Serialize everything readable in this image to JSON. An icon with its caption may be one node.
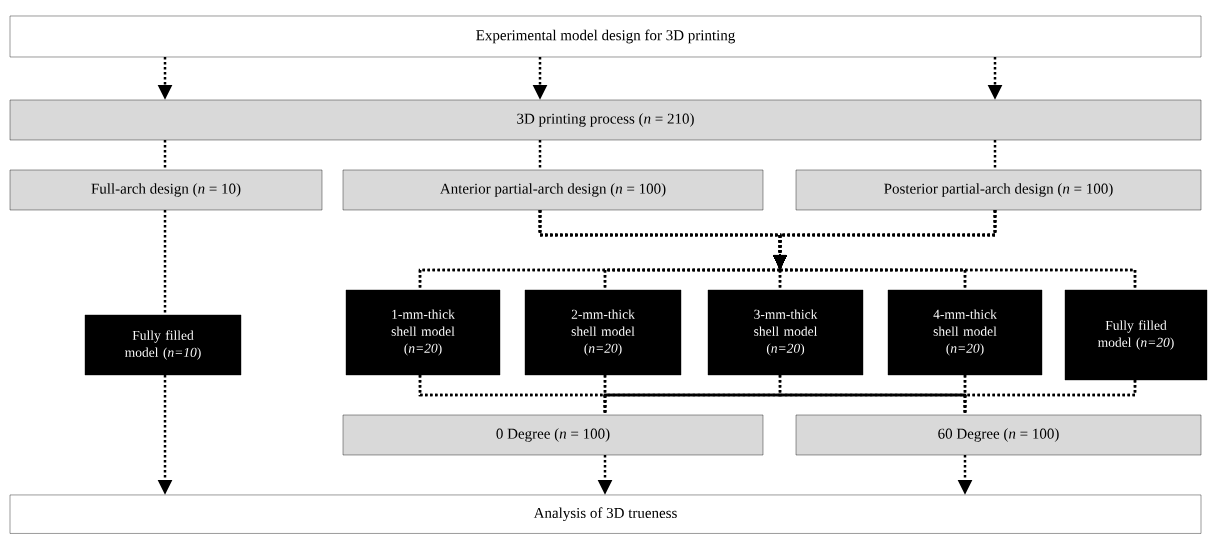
{
  "diagram": {
    "nodes": [
      {
        "text": [
          "Experimental model design for 3D printing"
        ]
      },
      {
        "text": [
          "3D printing process (*n* = 210)"
        ]
      },
      {
        "text": [
          "Full-arch design (*n* = 10)"
        ]
      },
      {
        "text": [
          "Anterior partial-arch design (*n* = 100)"
        ]
      },
      {
        "text": [
          "Posterior partial-arch design (*n* = 100)"
        ]
      },
      {
        "text": [
          "Fully filled model (*n=10*)"
        ]
      },
      {
        "text": [
          "1-mm-thick shell model (*n=20*)"
        ]
      },
      {
        "text": [
          "2-mm-thick shell model (*n=20*)"
        ]
      },
      {
        "text": [
          "3-mm-thick shell model (*n=20*)"
        ]
      },
      {
        "text": [
          "4-mm-thick shell model (*n=20*)"
        ]
      },
      {
        "text": [
          "Fully filled model (*n=20*)"
        ]
      },
      {
        "text": [
          "0 Degree (*n* = 100)"
        ]
      },
      {
        "text": [
          "60 Degree (*n* = 100)"
        ]
      },
      {
        "text": [
          "Analysis of 3D trueness"
        ]
      }
    ],
    "edges": [
      {
        "from": 0,
        "to": 1,
        "arrow": "to"
      },
      {
        "from": 0,
        "to": 1,
        "arrow": "to"
      },
      {
        "from": 0,
        "to": 1,
        "arrow": "to"
      },
      {
        "from": 1,
        "to": 2,
        "arrow": "none"
      },
      {
        "from": 1,
        "to": 3,
        "arrow": "none"
      },
      {
        "from": 1,
        "to": 4,
        "arrow": "none"
      },
      {
        "from": 2,
        "to": 5,
        "arrow": "none"
      },
      {
        "from": 3,
        "to": 6,
        "arrow": "to"
      },
      {
        "from": 3,
        "to": 7,
        "arrow": "to"
      },
      {
        "from": 3,
        "to": 8,
        "arrow": "to"
      },
      {
        "from": 3,
        "to": 9,
        "arrow": "to"
      },
      {
        "from": 3,
        "to": 10,
        "arrow": "to"
      },
      {
        "from": 4,
        "to": 6,
        "arrow": "to"
      },
      {
        "from": 4,
        "to": 7,
        "arrow": "to"
      },
      {
        "from": 4,
        "to": 8,
        "arrow": "to"
      },
      {
        "from": 4,
        "to": 9,
        "arrow": "to"
      },
      {
        "from": 4,
        "to": 10,
        "arrow": "to"
      },
      {
        "from": 6,
        "to": 11,
        "arrow": "none"
      },
      {
        "from": 7,
        "to": 11,
        "arrow": "none"
      },
      {
        "from": 8,
        "to": 11,
        "arrow": "none"
      },
      {
        "from": 9,
        "to": 11,
        "arrow": "none"
      },
      {
        "from": 10,
        "to": 11,
        "arrow": "none"
      },
      {
        "from": 6,
        "to": 12,
        "arrow": "none"
      },
      {
        "from": 7,
        "to": 12,
        "arrow": "none"
      },
      {
        "from": 8,
        "to": 12,
        "arrow": "none"
      },
      {
        "from": 9,
        "to": 12,
        "arrow": "none"
      },
      {
        "from": 10,
        "to": 12,
        "arrow": "none"
      },
      {
        "from": 5,
        "to": 13,
        "arrow": "to"
      },
      {
        "from": 11,
        "to": 13,
        "arrow": "to"
      },
      {
        "from": 12,
        "to": 13,
        "arrow": "to"
      }
    ]
  }
}
